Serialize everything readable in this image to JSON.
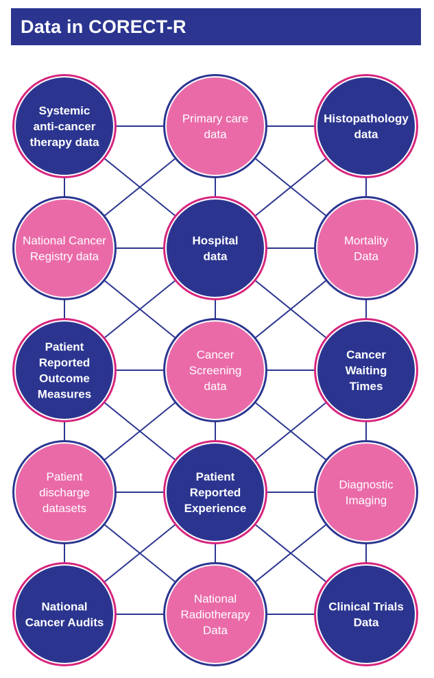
{
  "title": "Data in CORECT-R",
  "colors": {
    "dark": "#2b3590",
    "pink": "#ea6aa8",
    "dark_ring": "#d6247c",
    "pink_ring": "#2b3590",
    "edge": "#2b3590"
  },
  "nodes": [
    {
      "id": "sact",
      "row": 0,
      "col": 0,
      "style": "dark",
      "lines": [
        "Systemic",
        "anti-cancer",
        "therapy data"
      ]
    },
    {
      "id": "primary-care",
      "row": 0,
      "col": 1,
      "style": "pink",
      "lines": [
        "Primary care",
        "data"
      ]
    },
    {
      "id": "histopathology",
      "row": 0,
      "col": 2,
      "style": "dark",
      "lines": [
        "Histopathology",
        "data"
      ]
    },
    {
      "id": "cancer-registry",
      "row": 1,
      "col": 0,
      "style": "pink",
      "lines": [
        "National Cancer",
        "Registry data"
      ]
    },
    {
      "id": "hospital",
      "row": 1,
      "col": 1,
      "style": "dark",
      "lines": [
        "Hospital",
        "data"
      ]
    },
    {
      "id": "mortality",
      "row": 1,
      "col": 2,
      "style": "pink",
      "lines": [
        "Mortality",
        "Data"
      ]
    },
    {
      "id": "proms",
      "row": 2,
      "col": 0,
      "style": "dark",
      "lines": [
        "Patient",
        "Reported",
        "Outcome",
        "Measures"
      ]
    },
    {
      "id": "screening",
      "row": 2,
      "col": 1,
      "style": "pink",
      "lines": [
        "Cancer",
        "Screening",
        "data"
      ]
    },
    {
      "id": "waiting-times",
      "row": 2,
      "col": 2,
      "style": "dark",
      "lines": [
        "Cancer",
        "Waiting",
        "Times"
      ]
    },
    {
      "id": "discharge",
      "row": 3,
      "col": 0,
      "style": "pink",
      "lines": [
        "Patient",
        "discharge",
        "datasets"
      ]
    },
    {
      "id": "experience",
      "row": 3,
      "col": 1,
      "style": "dark",
      "lines": [
        "Patient",
        "Reported",
        "Experience"
      ]
    },
    {
      "id": "imaging",
      "row": 3,
      "col": 2,
      "style": "pink",
      "lines": [
        "Diagnostic",
        "Imaging"
      ]
    },
    {
      "id": "audits",
      "row": 4,
      "col": 0,
      "style": "dark",
      "lines": [
        "National",
        "Cancer Audits"
      ]
    },
    {
      "id": "radiotherapy",
      "row": 4,
      "col": 1,
      "style": "pink",
      "lines": [
        "National",
        "Radiotherapy",
        "Data"
      ]
    },
    {
      "id": "clinical-trials",
      "row": 4,
      "col": 2,
      "style": "dark",
      "lines": [
        "Clinical Trials",
        "Data"
      ]
    }
  ]
}
